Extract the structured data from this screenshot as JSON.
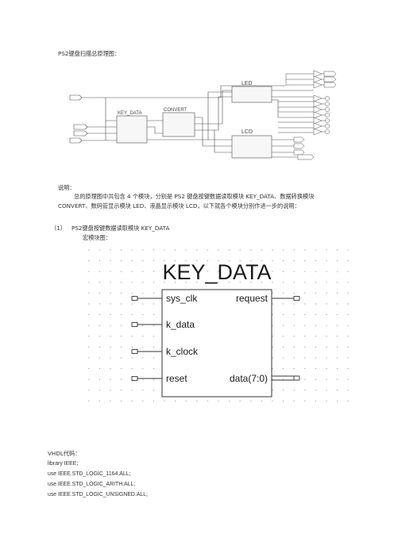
{
  "page": {
    "heading": "PS2键盘扫描总原理图：",
    "note_label": "说明：",
    "note_body": "总的原理图中共包含 4 个模块，分别是 PS2 键盘按键数据读取模块 KEY_DATA、数据转换模块 CONVERT、数码管显示模块 LED、液晶显示模块 LCD，以下就各个模块分别作进一步的说明：",
    "section_number": "（1）",
    "section_title": "PS2键盘按键数据读取模块 KEY_DATA",
    "macro_label": "宏模块图：",
    "vhdl_label": "VHDL代码：",
    "code_lines": [
      "library IEEE;",
      "use IEEE.STD_LOGIC_1164.ALL;",
      "use IEEE.STD_LOGIC_ARITH.ALL;",
      "use IEEE.STD_LOGIC_UNSIGNED.ALL;"
    ]
  },
  "schematic": {
    "module_key": "KEY_DATA",
    "module_convert": "CONVERT",
    "module_led": "LED",
    "module_lcd": "LCD"
  },
  "macro_block": {
    "title": "KEY_DATA",
    "ports_left": [
      "sys_clk",
      "k_data",
      "k_clock",
      "reset"
    ],
    "ports_right": [
      "request",
      "data(7:0)"
    ]
  }
}
